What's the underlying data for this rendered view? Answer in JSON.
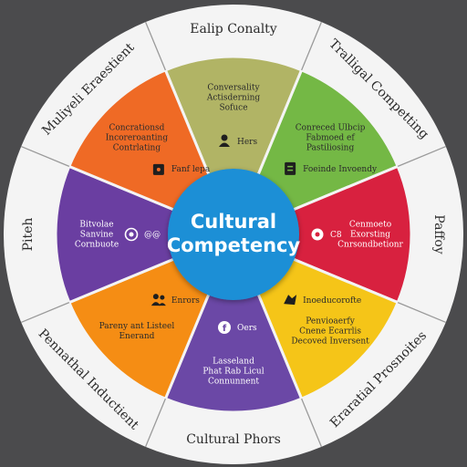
{
  "diagram": {
    "center": {
      "line1": "Cultural",
      "line2": "Competency",
      "color": "#1b8fd6"
    },
    "ring_color": "#f4f4f4",
    "segments": [
      {
        "key": "top",
        "color": "#b1b465",
        "outer_label": "Ealip Conalty",
        "inner_lines": [
          "Conversality",
          "Actisderning",
          "Sofuce"
        ],
        "icon": "person-icon",
        "icon_text": "Hers"
      },
      {
        "key": "top-right",
        "color": "#74b845",
        "outer_label": "Tralligal Competting",
        "inner_lines": [
          "Conreced Ulbcip",
          "Fabmoed ef",
          "Pastiliosing"
        ],
        "icon": "document-icon",
        "icon_text": "Foeinde Invoendy"
      },
      {
        "key": "right",
        "color": "#d8213f",
        "outer_label": "Paffoy",
        "inner_lines": [
          "Cenmoeto",
          "Exorsting",
          "Cnrsondbetionr"
        ],
        "icon": "gear-icon",
        "icon_text": "C8"
      },
      {
        "key": "bottom-right",
        "color": "#f5c518",
        "outer_label": "Eraratial Prosnoites",
        "inner_lines": [
          "Penvioaerfy",
          "Cnene Ecarrlis",
          "Decoved Inversent"
        ],
        "icon": "hand-icon",
        "icon_text": "Inoeducorofte"
      },
      {
        "key": "bottom",
        "color": "#6b48a6",
        "outer_label": "Cultural Phors",
        "inner_lines": [
          "Lasseland",
          "Phat Rab Licul",
          "Connunnent"
        ],
        "icon": "facebook-icon",
        "icon_text": "Oers"
      },
      {
        "key": "bottom-left",
        "color": "#f58d14",
        "outer_label": "Pennathal Inductient",
        "inner_lines": [
          "Pareny ant Listeel",
          "Enerand"
        ],
        "icon": "people-icon",
        "icon_text": "Enrors"
      },
      {
        "key": "left",
        "color": "#6a3ea1",
        "outer_label": "Piteh",
        "inner_lines": [
          "Bitvolae",
          "Sanvine",
          "Cornbuote"
        ],
        "icon": "target-icon",
        "icon_text": "@@"
      },
      {
        "key": "top-left",
        "color": "#ef6a25",
        "outer_label": "Muliyeli Eraestient",
        "inner_lines": [
          "Concrationsd",
          "Incoreroanting",
          "Contrlating"
        ],
        "icon": "lock-icon",
        "icon_text": "Fanf lepa"
      }
    ]
  }
}
